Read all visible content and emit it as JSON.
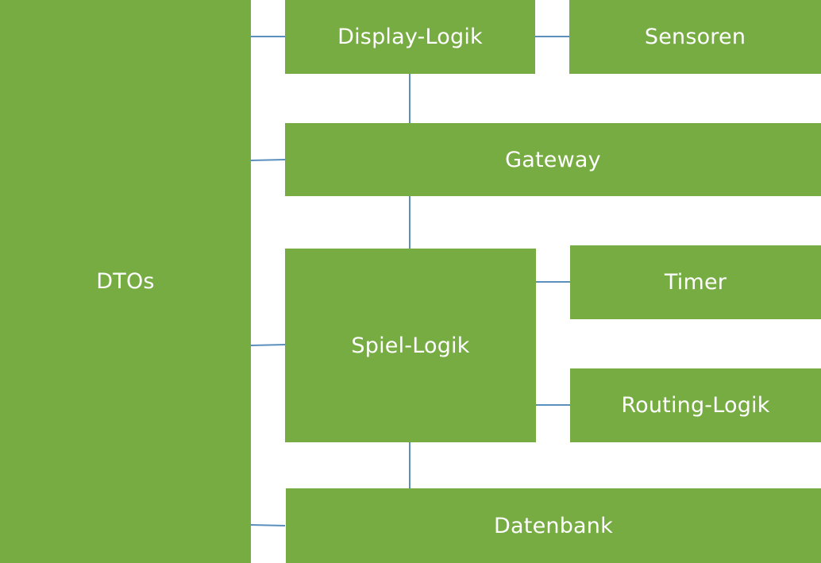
{
  "colors": {
    "box_fill": "#76ac42",
    "box_text": "#ffffff",
    "connector": "#5b8fbe",
    "background": "#ffffff"
  },
  "diagram": {
    "boxes": {
      "dtos": "DTOs",
      "display_logik": "Display-Logik",
      "sensoren": "Sensoren",
      "gateway": "Gateway",
      "spiel_logik": "Spiel-Logik",
      "timer": "Timer",
      "routing_logik": "Routing-Logik",
      "datenbank": "Datenbank"
    }
  }
}
